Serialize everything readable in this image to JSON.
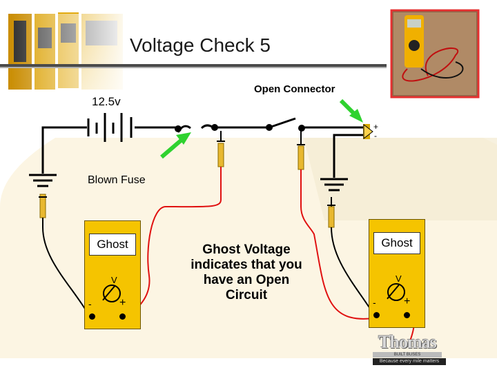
{
  "slide": {
    "title": "Voltage Check 5"
  },
  "labels": {
    "battery_voltage": "12.5v",
    "open_connector": "Open Connector",
    "blown_fuse": "Blown Fuse",
    "explanation": "Ghost Voltage indicates that you have an Open Circuit"
  },
  "meter_left": {
    "display": "Ghost",
    "unit": "V",
    "negative": "-",
    "positive": "+"
  },
  "meter_right": {
    "display": "Ghost",
    "unit": "V",
    "negative": "-",
    "positive": "+"
  },
  "load": {
    "positive": "+",
    "negative": "-"
  },
  "colors": {
    "meter_body": "#f5c400",
    "arrow_green": "#2fd22f",
    "probe_red": "#e01010",
    "probe_yellow": "#e8b830",
    "photo_frame": "#e53030"
  }
}
